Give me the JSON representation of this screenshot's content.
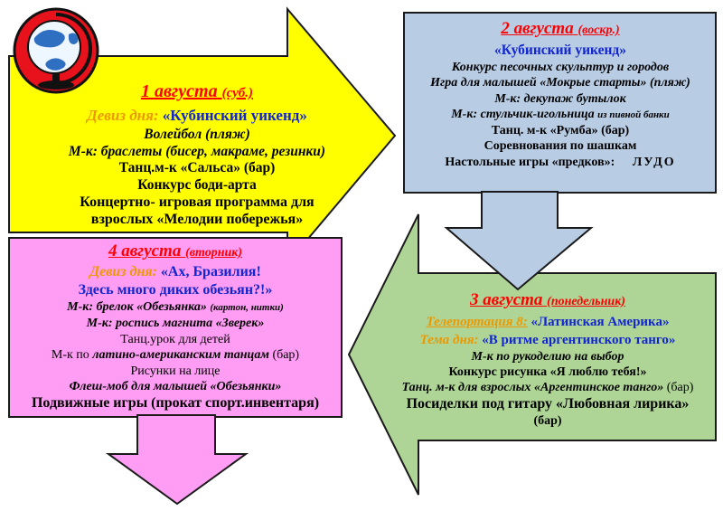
{
  "poster": {
    "kind": "animation-weekly-program"
  },
  "colors": {
    "yellow": "#ffff00",
    "blue": "#b8cce4",
    "green": "#aed595",
    "pink": "#ff9cf3",
    "globe_red": "#e8121c",
    "title_red": "#ff0000",
    "gold": "#ee9800",
    "accent_blue": "#1226cf"
  },
  "panels": {
    "aug1": {
      "date": "1 августа",
      "day": "(суб.)",
      "motto_label": "Девиз дня:",
      "motto": "«Кубинский уикенд»",
      "l1": "Волейбол (пляж)",
      "l2": "М-к: браслеты (бисер, макраме, резинки)",
      "l3": "Танц.м-к «Сальса» (бар)",
      "l4": "Конкурс боди-арта",
      "l5a": "Концертно- игровая программа для",
      "l5b": "взрослых «Мелодии побережья»"
    },
    "aug2": {
      "date": "2 августа",
      "day": "(воскр.)",
      "theme": "«Кубинский уикенд»",
      "l1": "Конкурс песочных скульптур и городов",
      "l2": "Игра для малышей «Мокрые старты» (пляж)",
      "l3": "М-к: декупаж бутылок",
      "l4a": "М-к: стульчик-игольница",
      "l4b": "из пивной банки",
      "l5": "Танц. м-к «Румба» (бар)",
      "l6": "Соревнования по шашкам",
      "l7a": "Настольные игры  «предков»:",
      "l7b": "ЛУДО"
    },
    "aug3": {
      "date": "3 августа",
      "day": "(понедельник)",
      "teleport_label": "Телепортация 8:",
      "teleport": "«Латинская Америка»",
      "theme_label": "Тема дня:",
      "theme": "«В ритме аргентинского танго»",
      "l1": "М-к по рукоделию на выбор",
      "l2": "Конкурс рисунка «Я люблю тебя!»",
      "l3a": "Танц. м-к для взрослых «Аргентинское танго»",
      "l3b": "(бар)",
      "l4": "Посиделки под гитару «Любовная лирика»",
      "l5": "(бар)"
    },
    "aug4": {
      "date": "4 августа",
      "day": "(вторник)",
      "motto_label": "Девиз дня:",
      "motto1": "«Ах, Бразилия!",
      "motto2": "Здесь много диких обезьян?!»",
      "l1a": "М-к: брелок «Обезьянка»",
      "l1b": "(картон, нитки)",
      "l2": "М-к: роспись магнита «Зверек»",
      "l3": "Танц.урок для детей",
      "l4a": "М-к по",
      "l4b": "латино-американским танцам",
      "l4c": "(бар)",
      "l5": "Рисунки на лице",
      "l6": "Флеш-моб для малышей «Обезьянки»",
      "l7": "Подвижные игры (прокат спорт.инвентаря)"
    }
  }
}
